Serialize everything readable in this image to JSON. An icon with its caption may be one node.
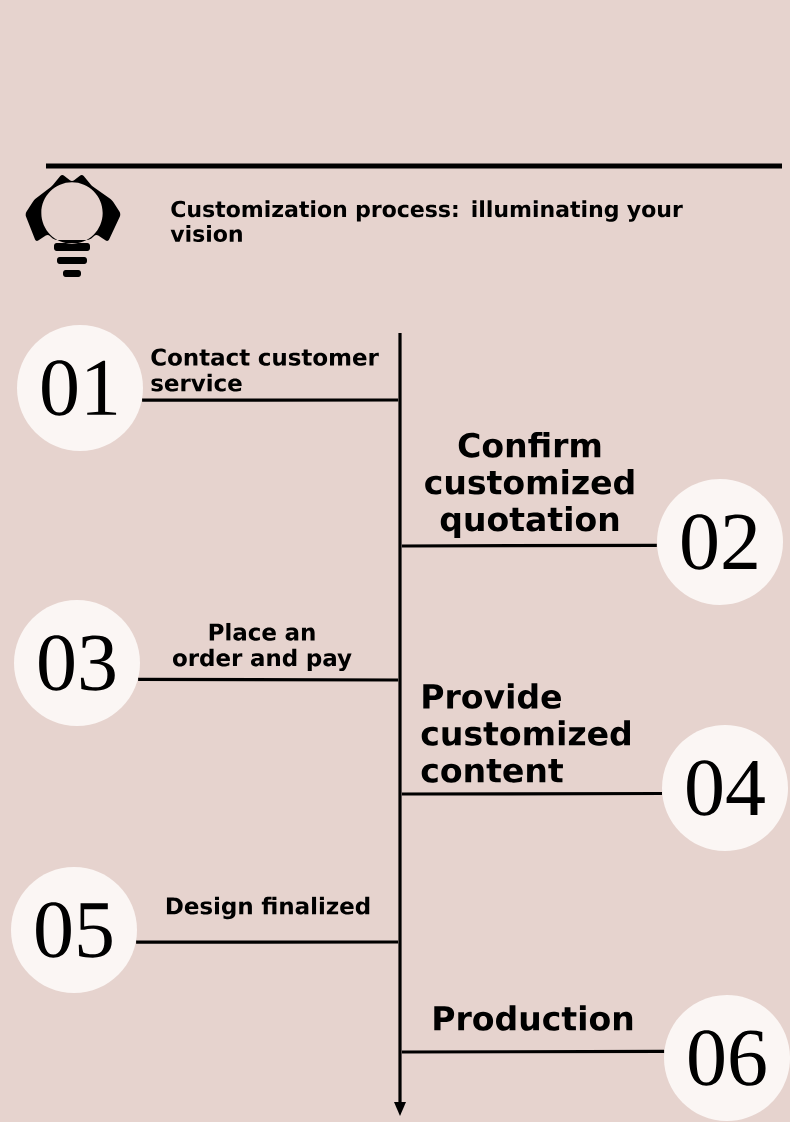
{
  "diagram": {
    "title": "Customization process: illuminating your vision",
    "nodes": [
      {
        "text": [],
        "shape": "bar"
      },
      {
        "text": [
          "01"
        ],
        "beside": [
          "Contact customer service"
        ]
      },
      {
        "text": [
          "02"
        ],
        "beside": [
          "Confirm customized quotation"
        ]
      },
      {
        "text": [
          "03"
        ],
        "beside": [
          "Place an order and pay"
        ]
      },
      {
        "text": [
          "04"
        ],
        "beside": [
          "Provide customized content"
        ]
      },
      {
        "text": [
          "05"
        ],
        "beside": [
          "Design finalized"
        ]
      },
      {
        "text": [
          "06"
        ],
        "beside": [
          "Production"
        ]
      }
    ],
    "edges": [
      {
        "from": 1,
        "to": 0,
        "arrow": "none"
      },
      {
        "from": 2,
        "to": 0,
        "arrow": "none"
      },
      {
        "from": 3,
        "to": 0,
        "arrow": "none"
      },
      {
        "from": 4,
        "to": 0,
        "arrow": "none"
      },
      {
        "from": 5,
        "to": 0,
        "arrow": "none"
      },
      {
        "from": 6,
        "to": 0,
        "arrow": "none"
      }
    ]
  }
}
